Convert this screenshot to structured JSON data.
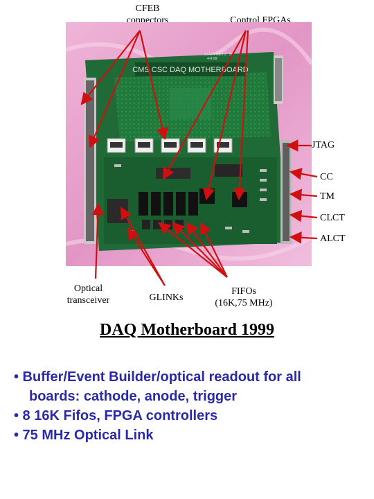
{
  "labels": {
    "cfeb": [
      "CFEB",
      "connectors"
    ],
    "control_fpgas": "Control FPGAs",
    "jtag": "JTAG",
    "cc": "CC",
    "tm": "TM",
    "clct": "CLCT",
    "alct": "ALCT",
    "optical": [
      "Optical",
      "transceiver"
    ],
    "glinks": "GLINKs",
    "fifos": [
      "FIFOs",
      "(16K,75 MHz)"
    ]
  },
  "board": {
    "title": "CMS CSC DAQ MOTHERBOARD",
    "rev": "START REV 2 . 99",
    "rev2": "4-8-99"
  },
  "slide": {
    "title": "DAQ Motherboard 1999",
    "bullets": [
      "• Buffer/Event Builder/optical readout for all",
      "boards: cathode, anode, trigger",
      "• 8 16K Fifos, FPGA controllers",
      "• 75 MHz Optical Link"
    ]
  },
  "colors": {
    "arrow": "#d01010",
    "bullet_text": "#2a2aa8",
    "pcb": "#1f6a36",
    "backdrop": "#e7a6cf"
  }
}
